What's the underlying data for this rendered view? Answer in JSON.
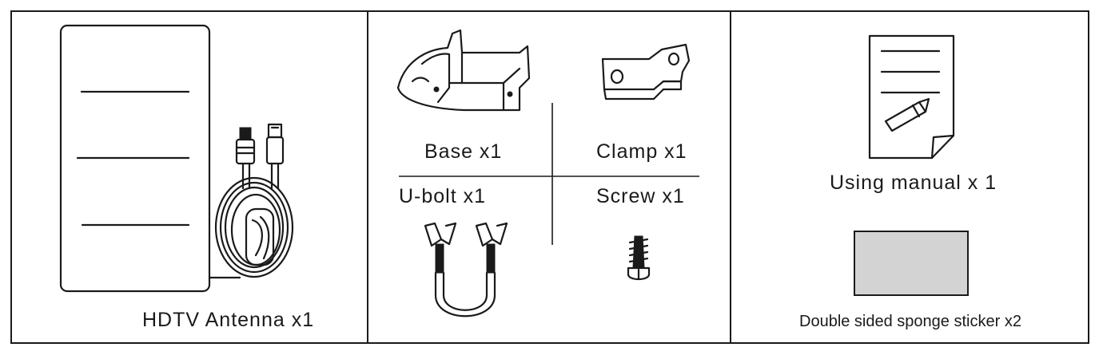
{
  "panels": {
    "antenna": {
      "label": "HDTV Antenna x1",
      "icon": "antenna-icon"
    },
    "hardware": {
      "base": {
        "label": "Base x1",
        "icon": "base-bracket-icon"
      },
      "clamp": {
        "label": "Clamp x1",
        "icon": "clamp-icon"
      },
      "ubolt": {
        "label": "U-bolt x1",
        "icon": "u-bolt-icon"
      },
      "screw": {
        "label": "Screw x1",
        "icon": "screw-icon"
      }
    },
    "accessories": {
      "manual": {
        "label": "Using manual x 1",
        "icon": "manual-icon"
      },
      "sticker": {
        "label": "Double sided sponge sticker x2",
        "icon": "sponge-sticker-icon",
        "color": "#d3d3d3"
      }
    }
  }
}
